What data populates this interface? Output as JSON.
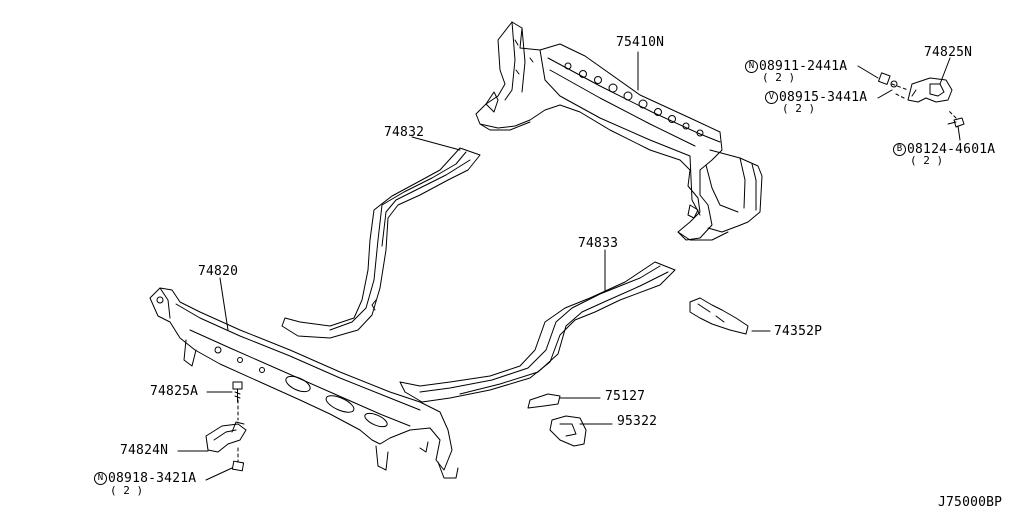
{
  "diagram_code": "J75000BP",
  "parts": [
    {
      "id": "p75410n",
      "number": "75410N"
    },
    {
      "id": "p74825n",
      "number": "74825N"
    },
    {
      "id": "p08911",
      "prefix": "N",
      "number": "08911-2441A",
      "qty": "( 2 )"
    },
    {
      "id": "p08915",
      "prefix": "V",
      "number": "08915-3441A",
      "qty": "( 2 )"
    },
    {
      "id": "p08124",
      "prefix": "B",
      "number": "08124-4601A",
      "qty": "( 2 )"
    },
    {
      "id": "p74832",
      "number": "74832"
    },
    {
      "id": "p74820",
      "number": "74820"
    },
    {
      "id": "p74833",
      "number": "74833"
    },
    {
      "id": "p74352p",
      "number": "74352P"
    },
    {
      "id": "p75127",
      "number": "75127"
    },
    {
      "id": "p95322",
      "number": "95322"
    },
    {
      "id": "p74825a",
      "number": "74825A"
    },
    {
      "id": "p74824n",
      "number": "74824N"
    },
    {
      "id": "p08918",
      "prefix": "N",
      "number": "08918-3421A",
      "qty": "( 2 )"
    }
  ]
}
